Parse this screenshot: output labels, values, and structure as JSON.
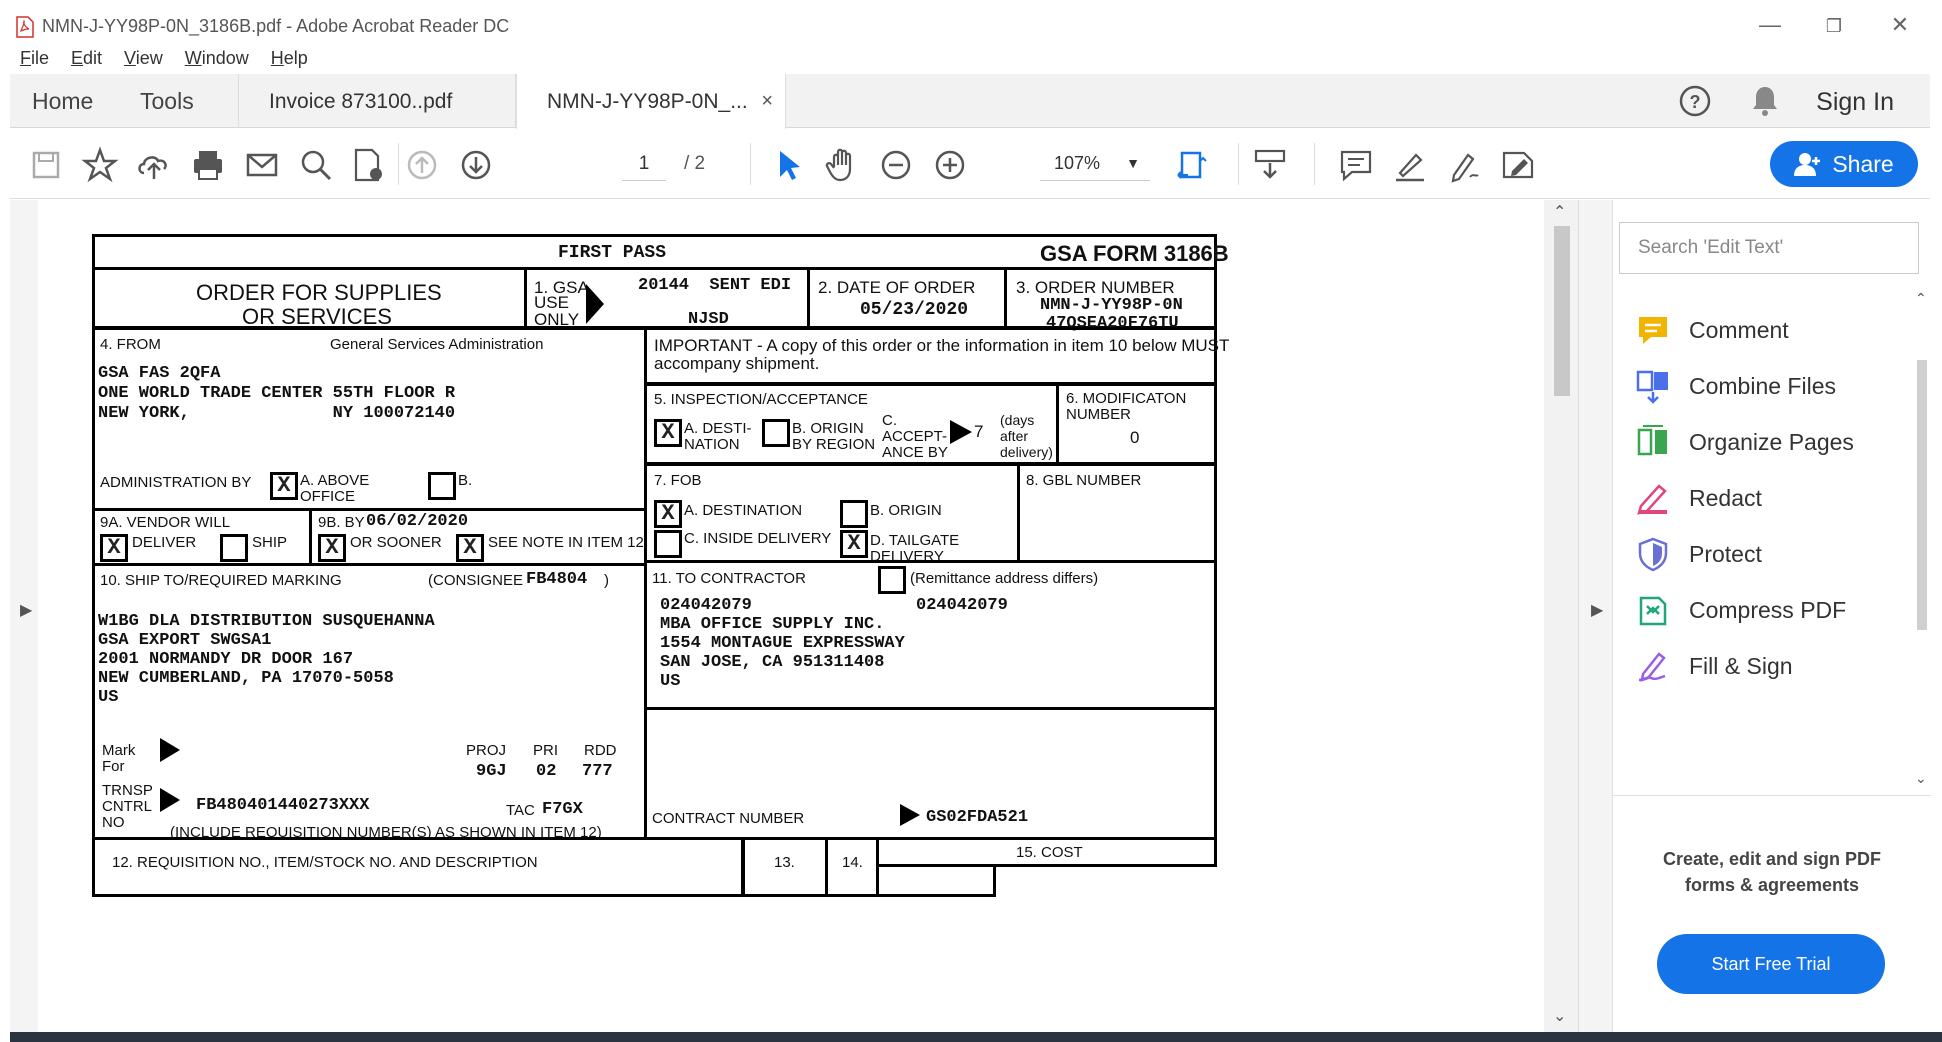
{
  "window": {
    "title": "NMN-J-YY98P-0N_3186B.pdf - Adobe Acrobat Reader DC",
    "controls": [
      "minimize",
      "restore",
      "close"
    ]
  },
  "menu": [
    "File",
    "Edit",
    "View",
    "Window",
    "Help"
  ],
  "tabs": {
    "home": "Home",
    "tools": "Tools",
    "documents": [
      {
        "label": "Invoice 873100..pdf",
        "active": false
      },
      {
        "label": "NMN-J-YY98P-0N_...",
        "active": true,
        "close": "×"
      }
    ],
    "sign_in": "Sign In"
  },
  "toolbar": {
    "page_current": "1",
    "page_total": "/ 2",
    "zoom": "107%",
    "share": "Share"
  },
  "right_pane": {
    "search_placeholder": "Search 'Edit Text'",
    "tools": [
      {
        "label": "Comment",
        "icon": "comment-icon",
        "color": "#f2b400"
      },
      {
        "label": "Combine Files",
        "icon": "combine-files-icon",
        "color": "#4a6fe8"
      },
      {
        "label": "Organize Pages",
        "icon": "organize-pages-icon",
        "color": "#39a64f"
      },
      {
        "label": "Redact",
        "icon": "redact-icon",
        "color": "#e0457b"
      },
      {
        "label": "Protect",
        "icon": "protect-icon",
        "color": "#6a6fd6"
      },
      {
        "label": "Compress PDF",
        "icon": "compress-pdf-icon",
        "color": "#1fa67a"
      },
      {
        "label": "Fill & Sign",
        "icon": "fill-sign-icon",
        "color": "#9a5ee8"
      }
    ],
    "promo_line1": "Create, edit and sign PDF",
    "promo_line2": "forms & agreements",
    "trial_button": "Start Free Trial"
  },
  "form": {
    "header_pass": "FIRST PASS",
    "header_form": "GSA FORM 3186B",
    "title_line1": "ORDER FOR SUPPLIES",
    "title_line2": "OR SERVICES",
    "gsa_use_label1": "1. GSA",
    "gsa_use_label2": "USE",
    "gsa_use_label3": "ONLY",
    "gsa_use_value1": "20144  SENT EDI",
    "gsa_use_value2": "NJSD",
    "date_of_order_label": "2. DATE OF ORDER",
    "date_of_order": "05/23/2020",
    "order_number_label": "3. ORDER NUMBER",
    "order_number1": "NMN-J-YY98P-0N",
    "order_number2": "47QSEA20F76TU",
    "from_label": "4. FROM",
    "from_agency": "General Services Administration",
    "from_line1": "GSA FAS 2QFA",
    "from_line2": "ONE WORLD TRADE CENTER 55TH FLOOR R",
    "from_line3": "NEW YORK,              NY 100072140",
    "admin_by": "ADMINISTRATION BY",
    "admin_a1": "A. ABOVE",
    "admin_a2": "OFFICE",
    "admin_b": "B.",
    "important1": "IMPORTANT - A copy of this order or the information in item 10 below MUST",
    "important2": "accompany shipment.",
    "inspection_label": "5. INSPECTION/ACCEPTANCE",
    "insp_a1": "A. DESTI-",
    "insp_a2": "NATION",
    "insp_b1": "B. ORIGIN",
    "insp_b2": "BY REGION",
    "insp_c1": "C.",
    "insp_c2": "ACCEPT-",
    "insp_c3": "ANCE BY",
    "insp_days": "7",
    "insp_days_l1": "(days",
    "insp_days_l2": "after",
    "insp_days_l3": "delivery)",
    "mod_label1": "6. MODIFICATON",
    "mod_label2": "NUMBER",
    "mod_value": "0",
    "fob_label": "7. FOB",
    "fob_a": "A. DESTINATION",
    "fob_b": "B. ORIGIN",
    "fob_c": "C. INSIDE DELIVERY",
    "fob_d1": "D. TAILGATE",
    "fob_d2": "DELIVERY",
    "gbl_label": "8. GBL NUMBER",
    "vendor_label": "9A. VENDOR WILL",
    "vendor_deliver": "DELIVER",
    "vendor_ship": "SHIP",
    "by_label": "9B. BY",
    "by_date": "06/02/2020",
    "or_sooner": "OR SOONER",
    "see_note": "SEE NOTE IN ITEM 12",
    "ship_to_label": "10. SHIP TO/REQUIRED MARKING",
    "consignee_label": "(CONSIGNEE",
    "consignee_value": "FB4804",
    "consignee_close": ")",
    "ship_line1": "W1BG DLA DISTRIBUTION SUSQUEHANNA",
    "ship_line2": "GSA EXPORT SWGSA1",
    "ship_line3": "2001 NORMANDY DR DOOR 167",
    "ship_line4": "NEW CUMBERLAND, PA 17070-5058",
    "ship_line5": "US",
    "mark_for1": "Mark",
    "mark_for2": "For",
    "proj_label": "PROJ",
    "pri_label": "PRI",
    "rdd_label": "RDD",
    "proj_value": "9GJ",
    "pri_value": "02",
    "rdd_value": "777",
    "trnsp1": "TRNSP",
    "trnsp2": "CNTRL",
    "trnsp3": "NO",
    "trnsp_value": "FB480401440273XXX",
    "tac_label": "TAC",
    "tac_value": "F7GX",
    "include_note": "(INCLUDE REQUISITION NUMBER(S) AS SHOWN IN ITEM 12)",
    "contractor_label": "11. TO CONTRACTOR",
    "remit_label": "(Remittance address differs)",
    "contractor_id1": "024042079",
    "contractor_id2": "024042079",
    "contractor_line1": "MBA OFFICE SUPPLY INC.",
    "contractor_line2": "1554 MONTAGUE EXPRESSWAY",
    "contractor_line3": "SAN JOSE, CA 951311408",
    "contractor_line4": "US",
    "contract_number_label": "CONTRACT NUMBER",
    "contract_number": "GS02FDA521",
    "req_label": "12. REQUISITION NO., ITEM/STOCK NO. AND DESCRIPTION",
    "col13": "13.",
    "col14": "14.",
    "col15": "15. COST",
    "check_mark": "X"
  }
}
